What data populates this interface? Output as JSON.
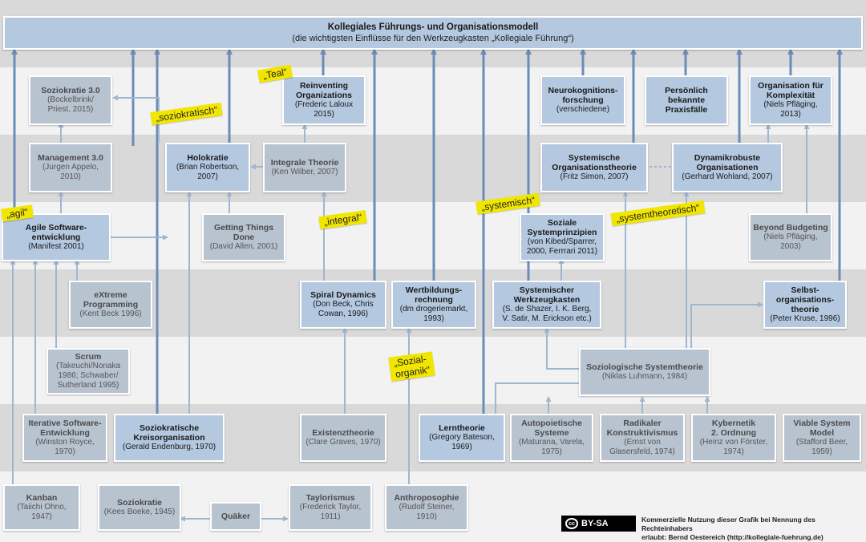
{
  "header": {
    "title": "Kollegiales Führungs- und Organisationsmodell",
    "subtitle": "(die wichtigsten Einflüsse für den Werkzeugkasten „Kollegiale Führung“)"
  },
  "nodes": {
    "soziokratie3": {
      "title": "Soziokratie 3.0",
      "sub": "(Bockelbrink/\nPriest, 2015)"
    },
    "management3": {
      "title": "Management 3.0",
      "sub": "(Jurgen Appelo,\n2010)"
    },
    "reinventing": {
      "title": "Reinventing\nOrganizations",
      "sub": "(Frederic Laloux\n2015)"
    },
    "neuro": {
      "title": "Neurokognitions-\nforschung",
      "sub": "(verschiedene)"
    },
    "persoenlich": {
      "title": "Persönlich\nbekannte\nPraxisfälle",
      "sub": ""
    },
    "orgkomplex": {
      "title": "Organisation für\nKomplexität",
      "sub": "(Niels Pfläging,\n2013)"
    },
    "holokratie": {
      "title": "Holokratie",
      "sub": "(Brian Robertson,\n2007)"
    },
    "integrale": {
      "title": "Integrale Theorie",
      "sub": "(Ken Wilber, 2007)"
    },
    "systemische": {
      "title": "Systemische\nOrganisationstheorie",
      "sub": "(Fritz Simon, 2007)"
    },
    "dynamik": {
      "title": "Dynamikrobuste\nOrganisationen",
      "sub": "(Gerhard Wohland, 2007)"
    },
    "agile": {
      "title": "Agile Software-\nentwicklung",
      "sub": "(Manifest 2001)"
    },
    "gtd": {
      "title": "Getting Things\nDone",
      "sub": "(David Allen, 2001)"
    },
    "sozialeprinz": {
      "title": "Soziale\nSystemprinzipien",
      "sub": "(von Kibed/Sparrer,\n2000, Ferrrari 2011)"
    },
    "beyond": {
      "title": "Beyond Budgeting",
      "sub": "(Niels Pfläging,\n2003)"
    },
    "xp": {
      "title": "eXtreme\nProgramming",
      "sub": "(Kent Beck 1996)"
    },
    "spiral": {
      "title": "Spiral Dynamics",
      "sub": "(Don Beck, Chris\nCowan, 1996)"
    },
    "wertbildung": {
      "title": "Wertbildungs-\nrechnung",
      "sub": "(dm drogeriemarkt,\n1993)"
    },
    "werkzeug": {
      "title": "Systemischer\nWerkzeugkasten",
      "sub": "(S. de Shazer, I. K. Berg,\nV. Satir, M. Erickson etc.)"
    },
    "selbst": {
      "title": "Selbst-\norganisations-\ntheorie",
      "sub": "(Peter Kruse, 1996)"
    },
    "scrum": {
      "title": "Scrum",
      "sub": "(Takeuchi/Nonaka\n1986; Schwaber/\nSutherland 1995)"
    },
    "luhmann": {
      "title": "Soziologische Systemtheorie",
      "sub": "(Niklas Luhmann, 1984)"
    },
    "iterative": {
      "title": "Iterative Software-\nEntwicklung",
      "sub": "(Winston Royce,\n1970)"
    },
    "kreis": {
      "title": "Soziokratische\nKreisorganisation",
      "sub": "(Gerald Endenburg, 1970)"
    },
    "existenz": {
      "title": "Existenztheorie",
      "sub": "(Clare Graves, 1970)"
    },
    "lerntheorie": {
      "title": "Lerntheorie",
      "sub": "(Gregory Bateson,\n1969)"
    },
    "autopoiet": {
      "title": "Autopoietische\nSysteme",
      "sub": "(Maturana, Varela,\n1975)"
    },
    "radikal": {
      "title": "Radikaler\nKonstruktivismus",
      "sub": "(Ernst von\nGlasersfeld, 1974)"
    },
    "kybernetik": {
      "title": "Kybernetik\n2. Ordnung",
      "sub": "(Heinz von Förster,\n1974)"
    },
    "viable": {
      "title": "Viable System\nModel",
      "sub": "(Stafford Beer,\n1959)"
    },
    "kanban": {
      "title": "Kanban",
      "sub": "(Taiichi Ohno,\n1947)"
    },
    "soziokratie": {
      "title": "Soziokratie",
      "sub": "(Kees Boeke, 1945)"
    },
    "quaeker": {
      "title": "Quäker",
      "sub": ""
    },
    "taylor": {
      "title": "Taylorismus",
      "sub": "(Frederick Taylor,\n1911)"
    },
    "anthropo": {
      "title": "Anthroposophie",
      "sub": "(Rudolf Steiner,\n1910)"
    }
  },
  "tags": {
    "teal": "„Teal“",
    "soziokratisch": "„soziokratisch“",
    "agil": "„agil“",
    "integral": "„integral“",
    "systemisch": "„systemisch“",
    "systemtheoretisch": "„systemtheoretisch“",
    "sozialorganik": "„Sozial-\norganik“"
  },
  "license": {
    "badge": "BY-SA",
    "cc": "cc",
    "credit": "Kommerzielle Nutzung dieser Grafik bei Nennung des Rechteinhabers\nerlaubt: Bernd Oestereich (http://kollegiale-fuehrung.de)"
  },
  "colors": {
    "dark_box": "#b4c8e0",
    "light_box": "#b8c3d0",
    "strong_arrow": "#6a8db8",
    "light_arrow": "#9fb6d1",
    "tag": "#f1e600"
  }
}
